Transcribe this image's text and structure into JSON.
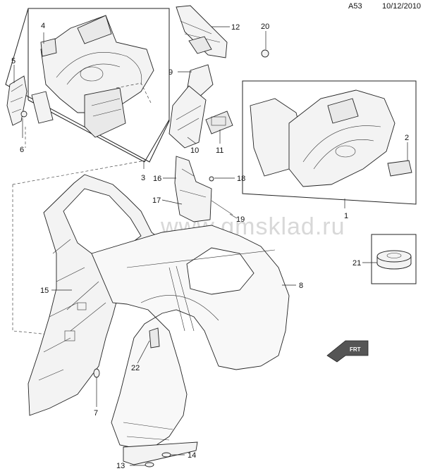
{
  "header": {
    "code": "A53",
    "date": "10/12/2010"
  },
  "watermark": "www.gmsklad.ru",
  "callouts": [
    "1",
    "2",
    "3",
    "4",
    "5",
    "6",
    "7",
    "8",
    "9",
    "10",
    "11",
    "12",
    "13",
    "14",
    "15",
    "16",
    "17",
    "18",
    "19",
    "20",
    "21",
    "22"
  ],
  "front_indicator": {
    "label": "FRT",
    "icon": "front-arrow-icon"
  }
}
